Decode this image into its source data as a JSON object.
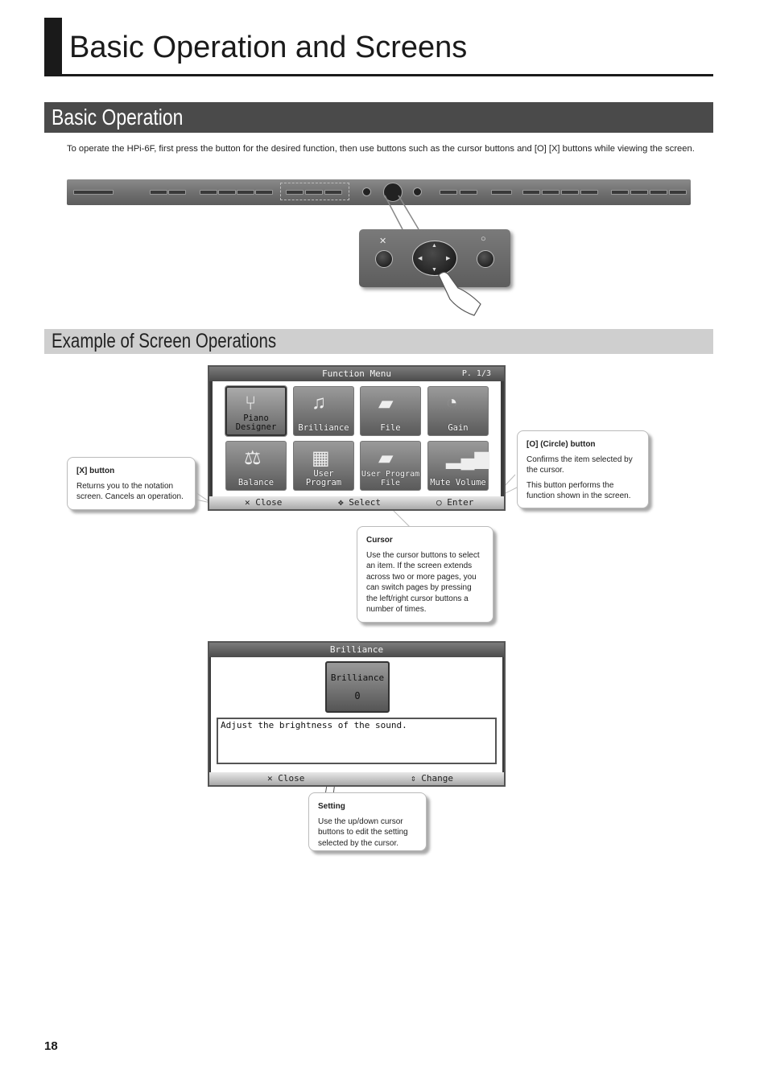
{
  "page": {
    "title": "Basic Operation and Screens",
    "number": "18"
  },
  "section1": {
    "heading": "Basic Operation",
    "intro": "To operate the HPi-6F, first press the button for the desired function, then use buttons such as the cursor buttons and [O] [X] buttons while viewing the screen."
  },
  "zoom": {
    "x_label": "✕",
    "o_label": "○"
  },
  "section2": {
    "heading": "Example of Screen Operations"
  },
  "function_menu": {
    "title": "Function Menu",
    "page": "P. 1/3",
    "tiles": [
      {
        "label": "Piano\nDesigner",
        "icon": "tuning-fork-icon",
        "selected": true
      },
      {
        "label": "Brilliance",
        "icon": "piano-icon",
        "selected": false
      },
      {
        "label": "File",
        "icon": "usb-memory-icon",
        "selected": false
      },
      {
        "label": "Gain",
        "icon": "meter-icon",
        "selected": false
      },
      {
        "label": "Balance",
        "icon": "balance-icon",
        "selected": false
      },
      {
        "label": "User\nProgram",
        "icon": "user-program-icon",
        "selected": false
      },
      {
        "label": "User Program\nFile",
        "icon": "usb-memory-icon",
        "selected": false
      },
      {
        "label": "Mute Volume",
        "icon": "volume-bars-icon",
        "selected": false
      }
    ],
    "footer": {
      "close": "Close",
      "select": "Select",
      "enter": "Enter"
    }
  },
  "brilliance_screen": {
    "title": "Brilliance",
    "value_label": "Brilliance",
    "value": "0",
    "description": "Adjust the brightness of the sound.",
    "footer": {
      "close": "Close",
      "change": "Change"
    }
  },
  "callouts": {
    "x_button": {
      "heading": "[X] button",
      "text": "Returns you to the notation screen. Cancels an operation."
    },
    "o_button": {
      "heading": "[O] (Circle) button",
      "text1": "Confirms the item selected by the cursor.",
      "text2": "This button performs the function shown in the screen."
    },
    "cursor": {
      "heading": "Cursor",
      "text": "Use the cursor buttons to select an item. If the screen extends across two or more pages, you can switch pages by pressing the left/right cursor buttons a number of times."
    },
    "setting": {
      "heading": "Setting",
      "text": "Use the up/down cursor buttons to edit the setting selected by the cursor."
    }
  }
}
